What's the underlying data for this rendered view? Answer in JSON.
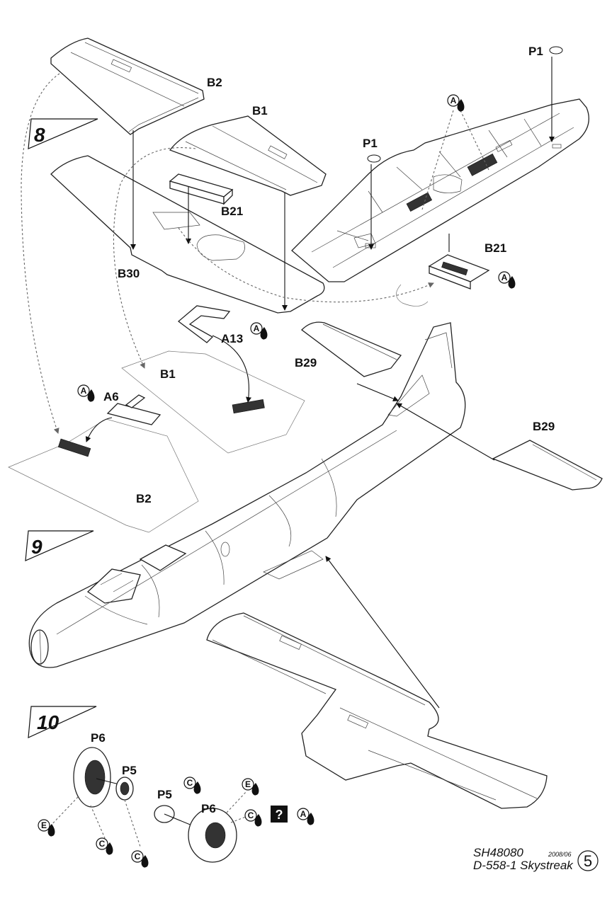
{
  "steps": [
    "8",
    "9",
    "10"
  ],
  "labels": {
    "b2_top": "B2",
    "b1_top": "B1",
    "p1_right": "P1",
    "p1_mid": "P1",
    "b21_top": "B21",
    "b30": "B30",
    "b21_right": "B21",
    "a13": "A13",
    "b29_left": "B29",
    "b1_ghost": "B1",
    "a6": "A6",
    "b29_right": "B29",
    "b2_ghost": "B2",
    "p6_left": "P6",
    "p5_left": "P5",
    "p5_right": "P5",
    "p6_right": "P6"
  },
  "callouts": {
    "a1": "A",
    "a2": "A",
    "a3": "A",
    "a4": "A",
    "a5": "A",
    "c1": "C",
    "c2": "C",
    "c3": "C",
    "c4": "C",
    "e1": "E",
    "e2": "E"
  },
  "icons": {
    "glue": "glue-drop-icon",
    "check": "question-mark-icon",
    "question_glyph": "?"
  },
  "footer": {
    "code": "SH48080",
    "date": "2008/06",
    "model": "D-558-1 Skystreak",
    "page": "5"
  }
}
